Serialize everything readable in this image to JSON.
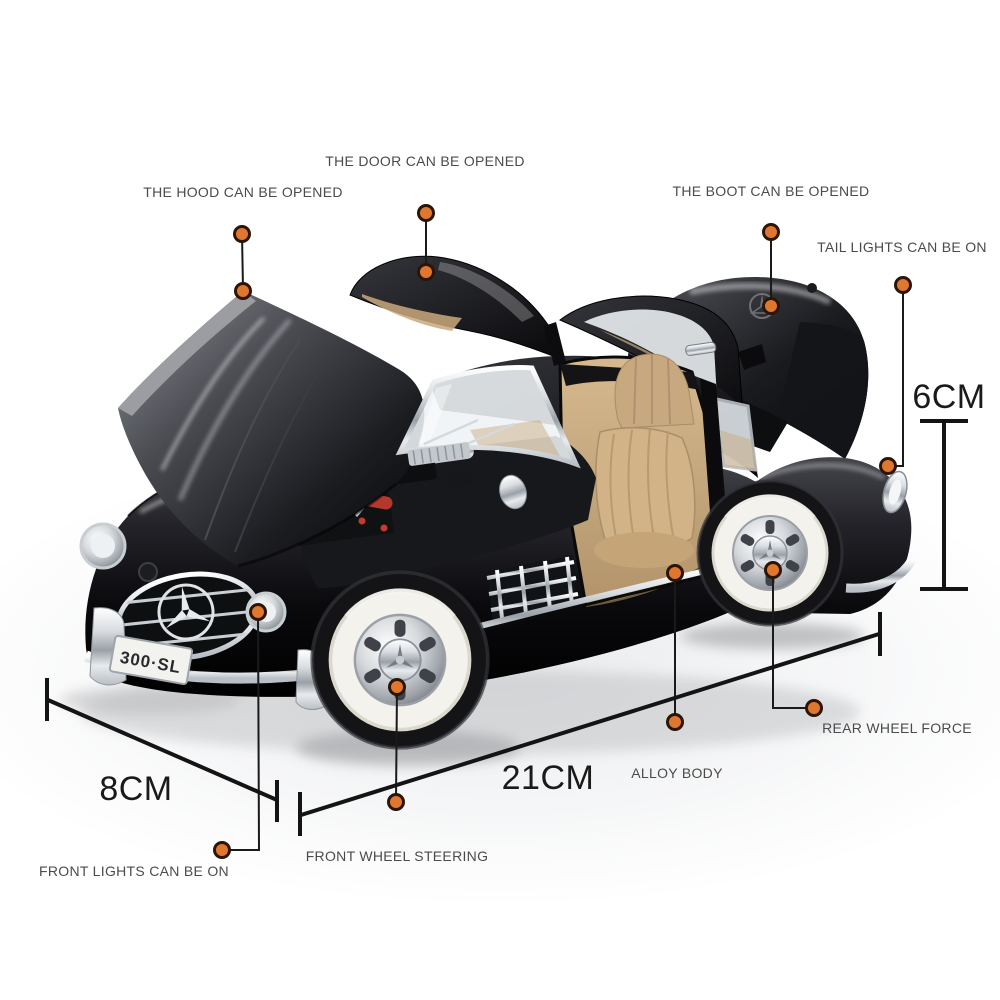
{
  "scene": {
    "subject": "Diecast Mercedes-Benz 300 SL gullwing model car shown with hood, gullwing doors and boot opened, annotated with feature callouts and size dimensions"
  },
  "callouts": {
    "hood": {
      "label": "THE HOOD CAN BE OPENED"
    },
    "door": {
      "label": "THE DOOR CAN BE OPENED"
    },
    "boot": {
      "label": "THE BOOT CAN BE OPENED"
    },
    "tail_lights": {
      "label": "TAIL LIGHTS CAN BE ON"
    },
    "front_lights": {
      "label": "FRONT LIGHTS CAN BE ON"
    },
    "front_wheel": {
      "label": "FRONT WHEEL STEERING"
    },
    "rear_wheel": {
      "label": "REAR WHEEL FORCE"
    },
    "alloy_body": {
      "label": "ALLOY BODY"
    }
  },
  "dimensions": {
    "height": "6CM",
    "length": "21CM",
    "width": "8CM"
  },
  "car": {
    "license_plate": "300·SL",
    "emblem": "mercedes-star"
  },
  "colors": {
    "marker_orange": "#E0772F",
    "callout_line": "#1A1A1A",
    "label_text": "#4B4B4B",
    "dimension_text": "#1A1A1A",
    "body_black": "#0A0A0D",
    "interior_tan": "#C9AA80",
    "whitewall": "#F3F2EC",
    "background": "#FFFFFF"
  }
}
